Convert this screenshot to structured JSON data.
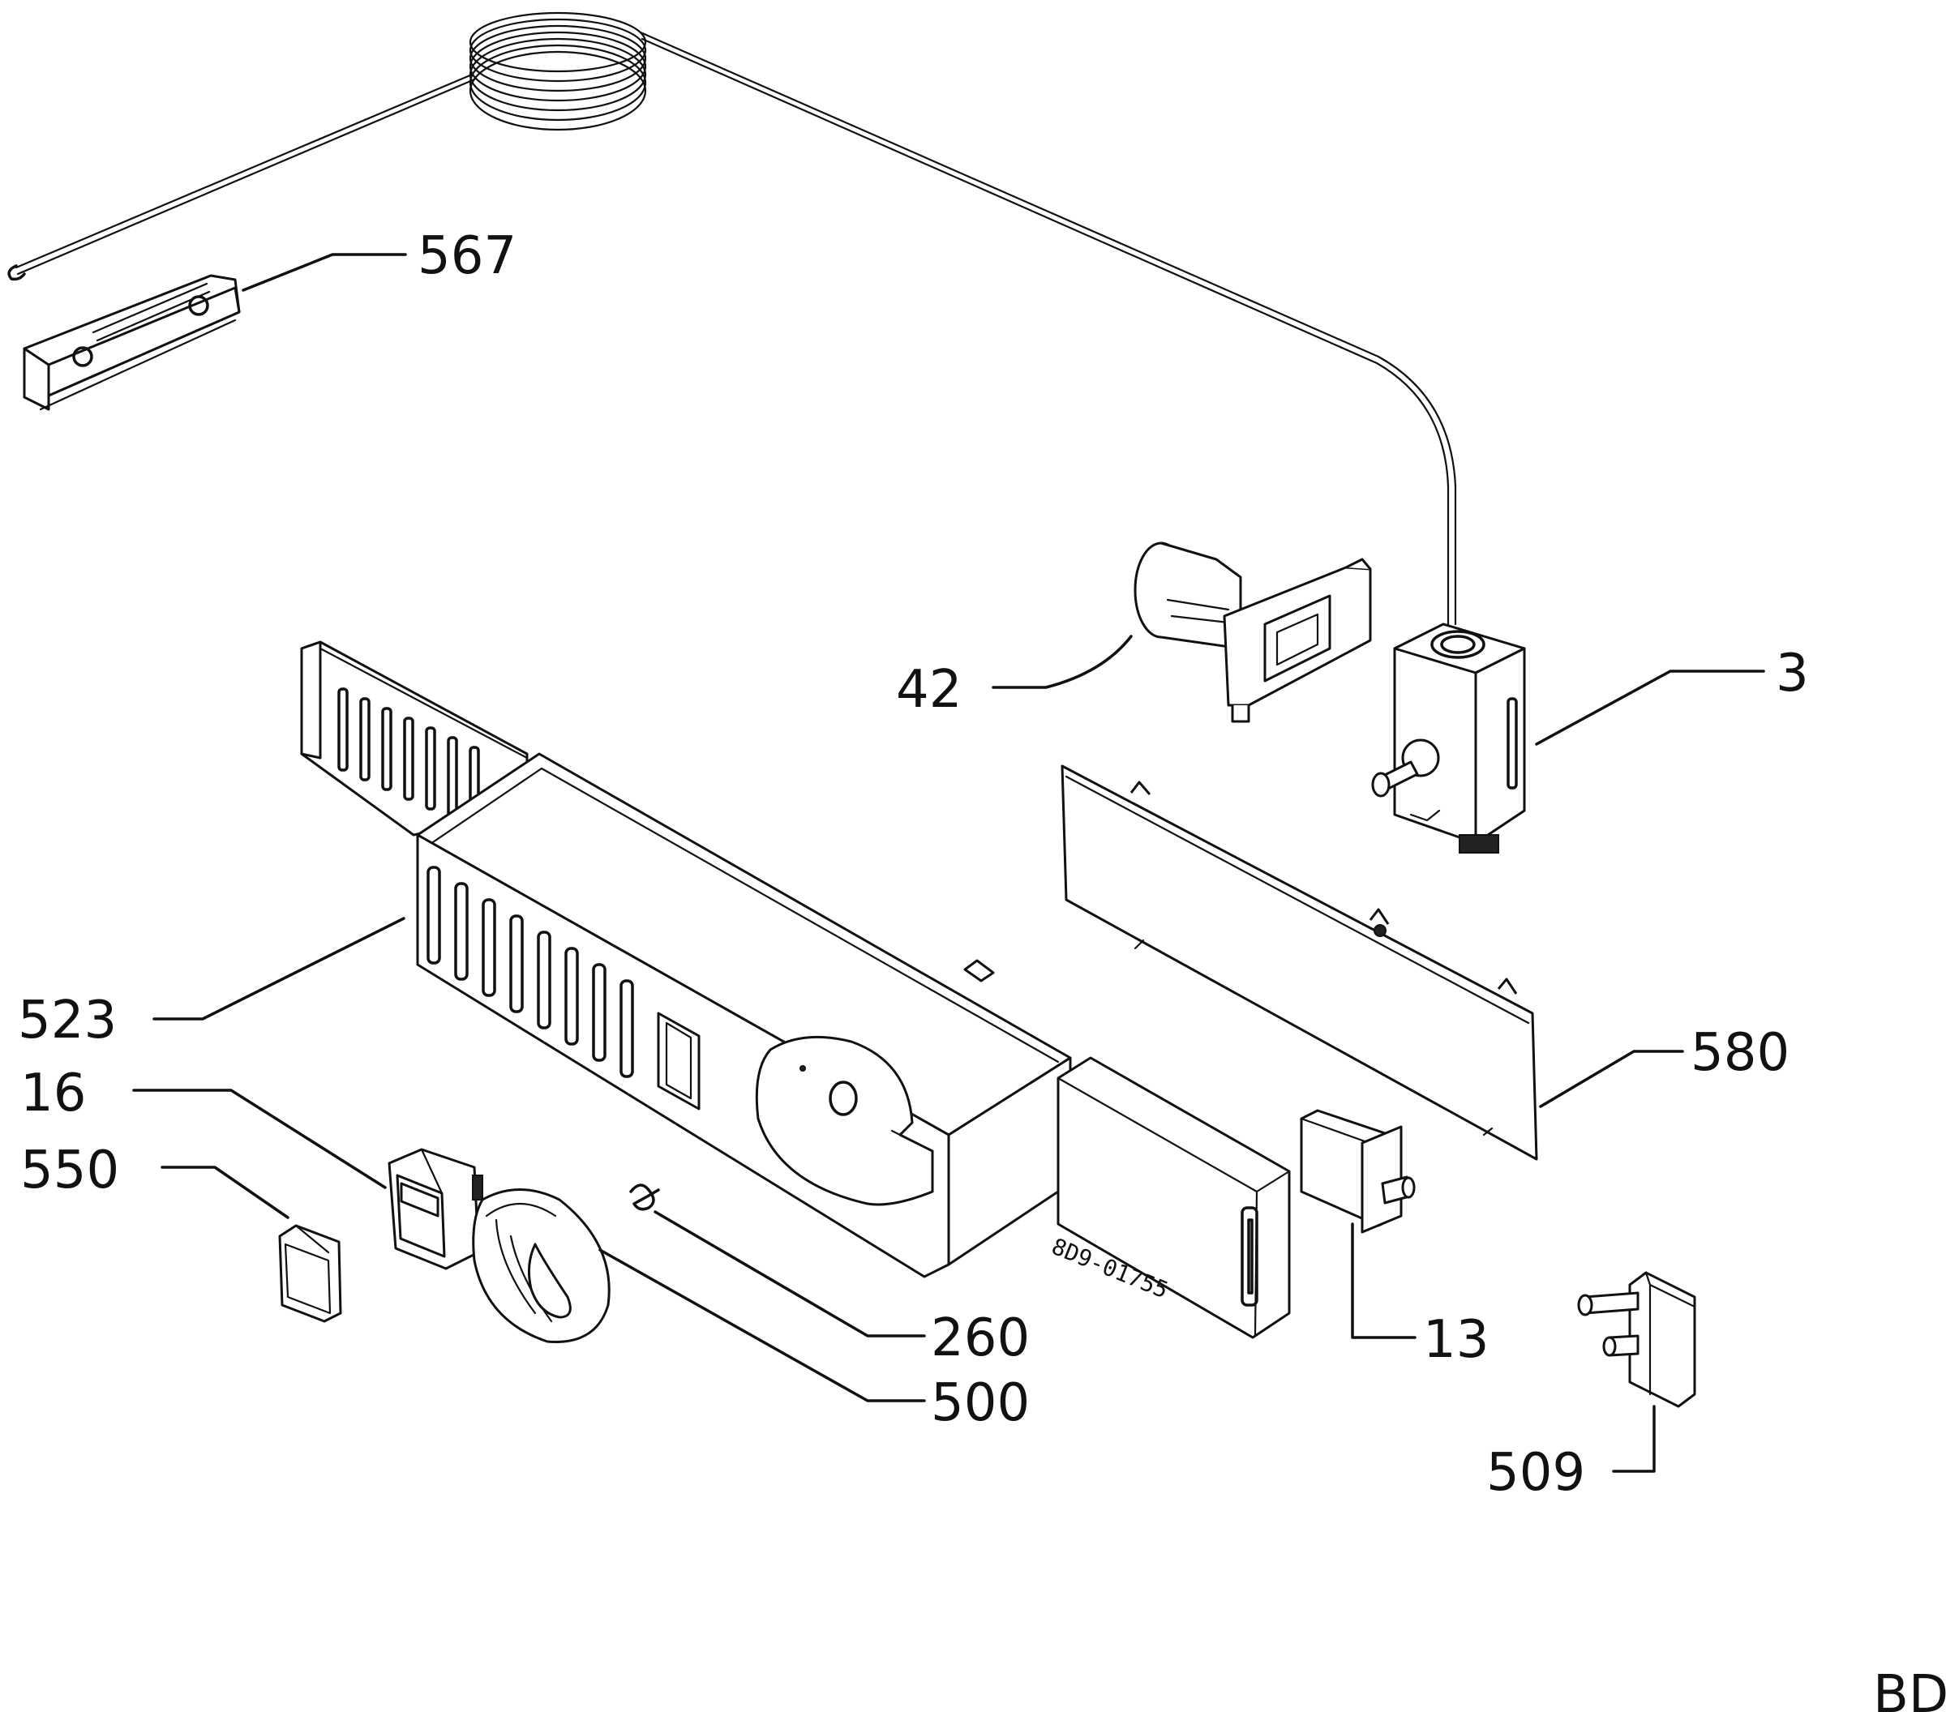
{
  "labels": {
    "p567": "567",
    "p42": "42",
    "p3": "3",
    "p523": "523",
    "p16": "16",
    "p550": "550",
    "p580": "580",
    "p260": "260",
    "p500": "500",
    "p13": "13",
    "p509": "509"
  },
  "stamp_code": "8D9-01755",
  "corner_text": "BD"
}
